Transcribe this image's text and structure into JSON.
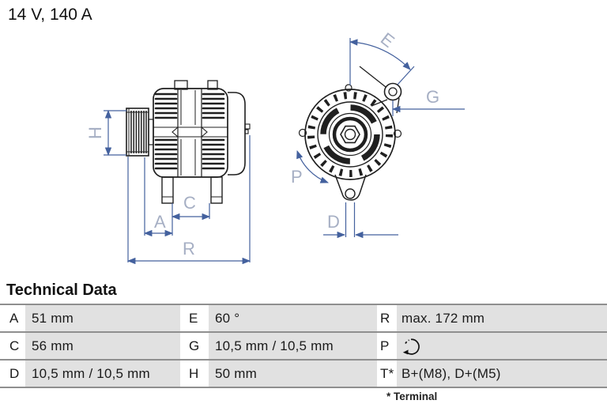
{
  "title": "14 V, 140 A",
  "drawing": {
    "description": "alternator-two-view-technical-drawing",
    "dimension_labels": {
      "H": "H",
      "A": "A",
      "C": "C",
      "R": "R",
      "E": "E",
      "G": "G",
      "P": "P",
      "D": "D"
    },
    "colors": {
      "dimension_line": "#44619e",
      "dimension_label": "#a6afc4",
      "line_art": "#1f1f1f"
    }
  },
  "table": {
    "title": "Technical Data",
    "rows": [
      {
        "c1k": "A",
        "c1v": "51 mm",
        "c2k": "E",
        "c2v": "60 °",
        "c3k": "R",
        "c3v": "max. 172 mm"
      },
      {
        "c1k": "C",
        "c1v": "56 mm",
        "c2k": "G",
        "c2v": "10,5 mm / 10,5 mm",
        "c3k": "P",
        "c3v": ""
      },
      {
        "c1k": "D",
        "c1v": "10,5 mm / 10,5 mm",
        "c2k": "H",
        "c2v": "50 mm",
        "c3k": "T*",
        "c3v": "B+(M8), D+(M5)"
      }
    ],
    "rotation_icon": "counterclockwise-rotation-arrow",
    "footnote": "* Terminal",
    "cell_background": "#e1e1e1",
    "divider_color": "#8f8f8f"
  }
}
